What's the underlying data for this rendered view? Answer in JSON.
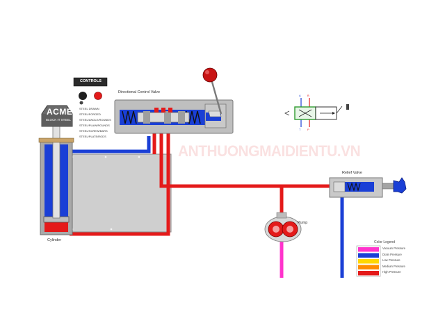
{
  "watermark": "ANTHUONGMAIDIENTU.VN",
  "press": {
    "brand": "ACME",
    "model": "BLOCK IT STEEL"
  },
  "controls": {
    "title": "CONTROLS",
    "items": [
      "STEEL DRAWN",
      "STEEL/FORGED",
      "STEEL/ANGLE/ROUNDS",
      "STEEL/PLAIN/ROUNDS",
      "STEEL/SCREW/BARS",
      "STEEL/PLATE/RODS"
    ]
  },
  "labels": {
    "valve": "Directional Control Valve",
    "cylinder": "Cylinder",
    "pump": "Pump",
    "relief": "Relief Valve"
  },
  "legend": {
    "title": "Color Legend",
    "items": [
      {
        "label": "Vacuum Pressure",
        "color": "#ff33cc"
      },
      {
        "label": "Drain Pressure",
        "color": "#1a3fd6"
      },
      {
        "label": "Low Pressure",
        "color": "#ffd700"
      },
      {
        "label": "Medium Pressure",
        "color": "#ff8c00"
      },
      {
        "label": "High Pressure",
        "color": "#e41a1a"
      }
    ]
  },
  "colors": {
    "high": "#e41a1a",
    "drain": "#1a3fd6",
    "vacuum": "#ff33cc",
    "body": "#c8c8c8"
  }
}
